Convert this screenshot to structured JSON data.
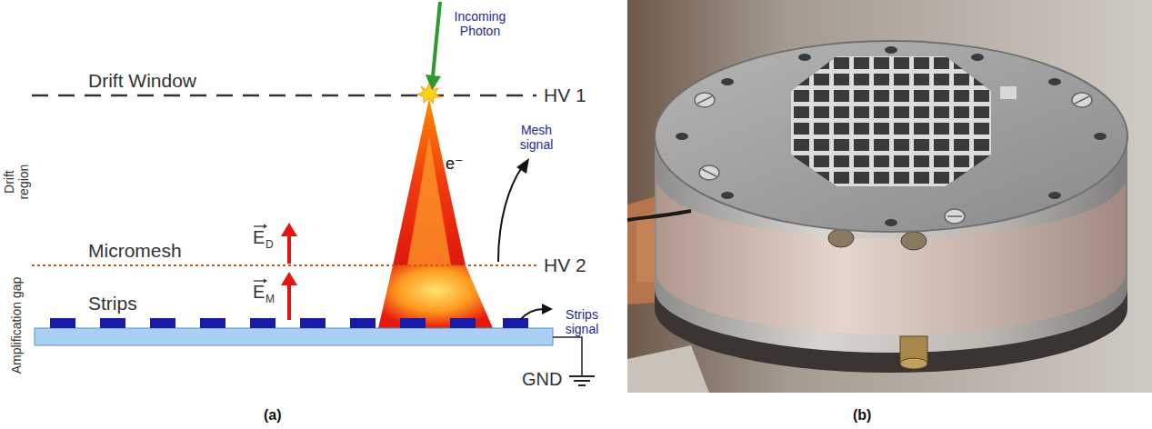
{
  "diagram": {
    "labels": [
      "Incoming Photon",
      "Drift Window",
      "HV 1",
      "e⁻",
      "Drift region",
      "Mesh signal",
      "E",
      "D",
      "Micromesh",
      "HV 2",
      "E",
      "M",
      "Amplification gap",
      "Strips",
      "Strips signal",
      "GND",
      "(a)",
      "(b)"
    ]
  }
}
